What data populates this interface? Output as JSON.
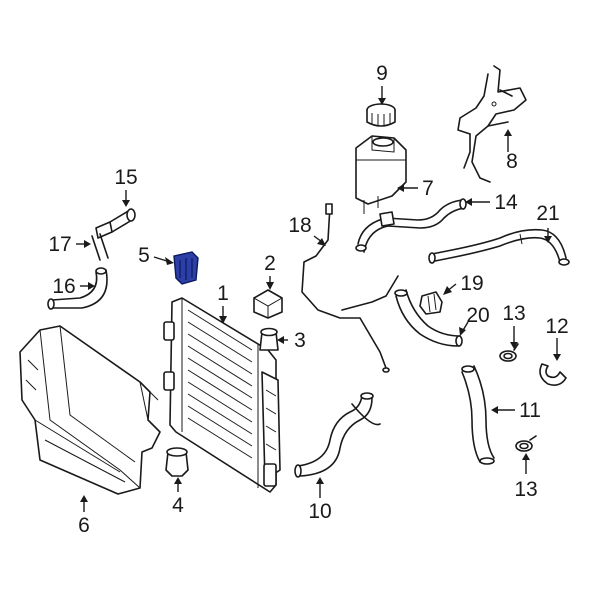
{
  "callouts": {
    "c1": "1",
    "c2": "2",
    "c3": "3",
    "c4": "4",
    "c5": "5",
    "c6": "6",
    "c7": "7",
    "c8": "8",
    "c9": "9",
    "c10": "10",
    "c11": "11",
    "c12": "12",
    "c13a": "13",
    "c13b": "13",
    "c14": "14",
    "c15": "15",
    "c16": "16",
    "c17": "17",
    "c18": "18",
    "c19": "19",
    "c20": "20",
    "c21": "21"
  },
  "colors": {
    "highlight": "#2b3fa6",
    "line": "#1a1a1a",
    "background": "#ffffff"
  },
  "highlighted_part": "5"
}
